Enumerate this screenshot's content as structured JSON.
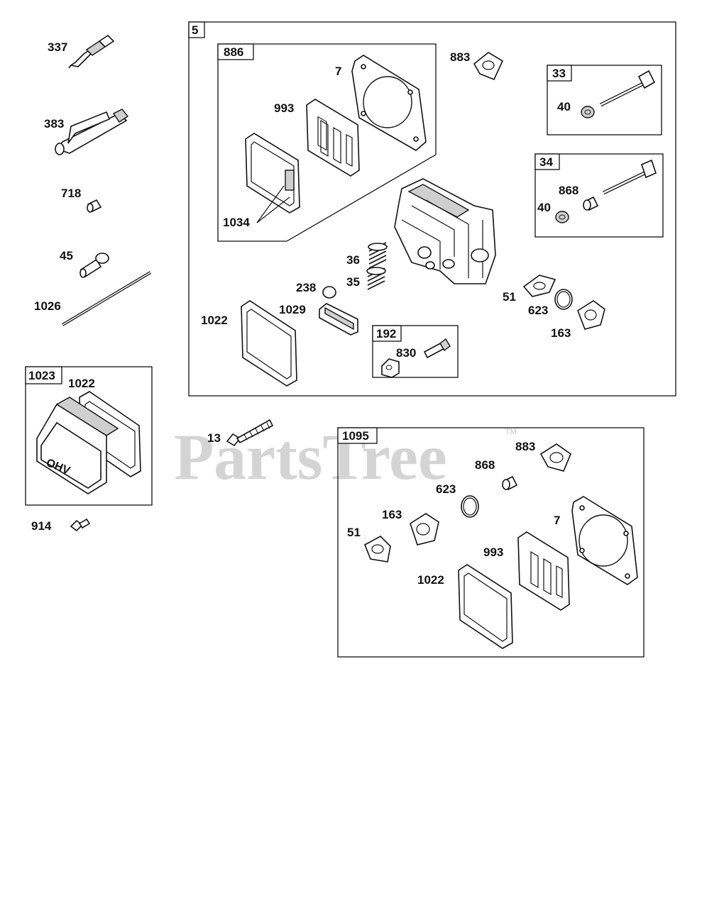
{
  "watermark": "PartsTree",
  "trademark": "TM",
  "boxes": {
    "b5": "5",
    "b886": "886",
    "b33": "33",
    "b34": "34",
    "b192": "192",
    "b1023": "1023",
    "b1095": "1095"
  },
  "labels": {
    "p337": "337",
    "p383": "383",
    "p718": "718",
    "p45": "45",
    "p1026": "1026",
    "p1023_1022": "1022",
    "p914": "914",
    "p13": "13",
    "h886_7": "7",
    "h886_993": "993",
    "h886_1034": "1034",
    "h5_883": "883",
    "h33_40": "40",
    "h34_868": "868",
    "h34_40": "40",
    "h5_36": "36",
    "h5_35": "35",
    "h5_238": "238",
    "h5_1029": "1029",
    "h5_1022": "1022",
    "h5_51": "51",
    "h5_623": "623",
    "h5_163": "163",
    "h192_830": "830",
    "k883": "883",
    "k868": "868",
    "k623": "623",
    "k163": "163",
    "k51": "51",
    "k7": "7",
    "k993": "993",
    "k1022": "1022"
  },
  "ohv_text": "OHV"
}
